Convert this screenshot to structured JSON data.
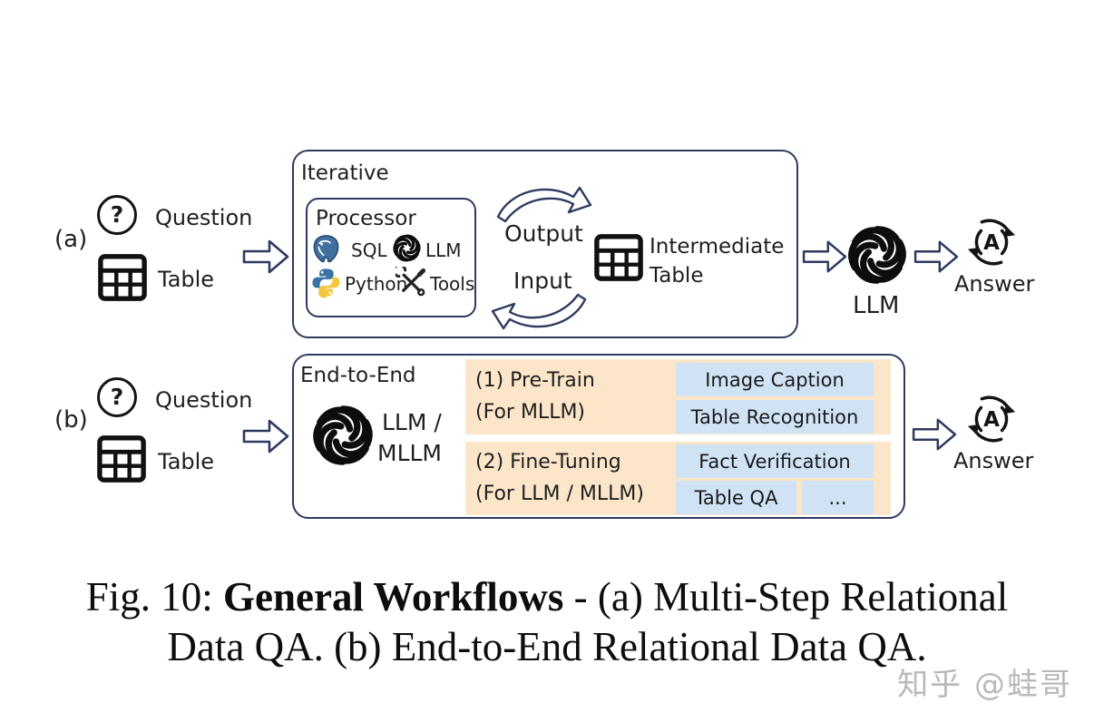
{
  "colors": {
    "border_navy": "#2e3a5f",
    "panel_orange": "#fbe6c9",
    "task_blue": "#cfe3f5",
    "watermark_gray": "#b9b9b9"
  },
  "workflow_a": {
    "label": "(a)",
    "question_label": "Question",
    "table_label": "Table",
    "iterative_box": {
      "title": "Iterative",
      "processor": {
        "title": "Processor",
        "tools": [
          {
            "icon": "postgresql-icon",
            "label": "SQL"
          },
          {
            "icon": "openai-icon",
            "label": "LLM"
          },
          {
            "icon": "python-icon",
            "label": "Python"
          },
          {
            "icon": "tools-icon",
            "label": "Tools"
          }
        ]
      },
      "output_label": "Output",
      "input_label": "Input",
      "intermediate_line1": "Intermediate",
      "intermediate_line2": "Table"
    },
    "llm_label": "LLM",
    "answer_label": "Answer"
  },
  "workflow_b": {
    "label": "(b)",
    "question_label": "Question",
    "table_label": "Table",
    "end_to_end_box": {
      "title": "End-to-End",
      "model_line1": "LLM /",
      "model_line2": "MLLM",
      "stage1": {
        "line1": "(1) Pre-Train",
        "line2": "(For MLLM)",
        "task1": "Image Caption",
        "task2": "Table Recognition"
      },
      "stage2": {
        "line1": "(2) Fine-Tuning",
        "line2": "(For LLM / MLLM)",
        "task1": "Fact Verification",
        "task2": "Table QA",
        "task3": "..."
      }
    },
    "answer_label": "Answer"
  },
  "icons": {
    "question_glyph": "?",
    "answer_glyph": "A"
  },
  "caption": {
    "line1_prefix": "Fig. 10: ",
    "line1_bold": "General Workflows",
    "line1_suffix": " - (a) Multi-Step Relational",
    "line2": "Data QA. (b) End-to-End Relational Data QA."
  },
  "watermark": "知乎 @蛙哥"
}
